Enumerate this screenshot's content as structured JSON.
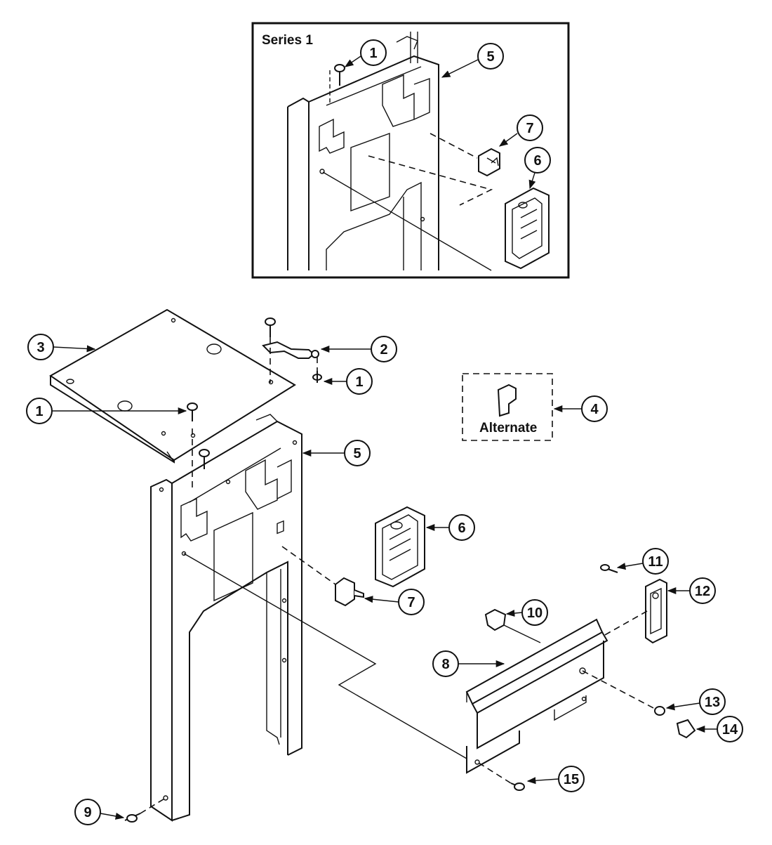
{
  "inset": {
    "title": "Series 1"
  },
  "alternate": {
    "label": "Alternate"
  },
  "callouts": {
    "inset_1": "1",
    "inset_5": "5",
    "inset_7": "7",
    "inset_6": "6",
    "main_3": "3",
    "main_2": "2",
    "main_1a": "1",
    "main_1b": "1",
    "main_4": "4",
    "main_5": "5",
    "main_6": "6",
    "main_7": "7",
    "main_11": "11",
    "main_12": "12",
    "main_10": "10",
    "main_8": "8",
    "main_13": "13",
    "main_14": "14",
    "main_15": "15",
    "main_9": "9"
  }
}
